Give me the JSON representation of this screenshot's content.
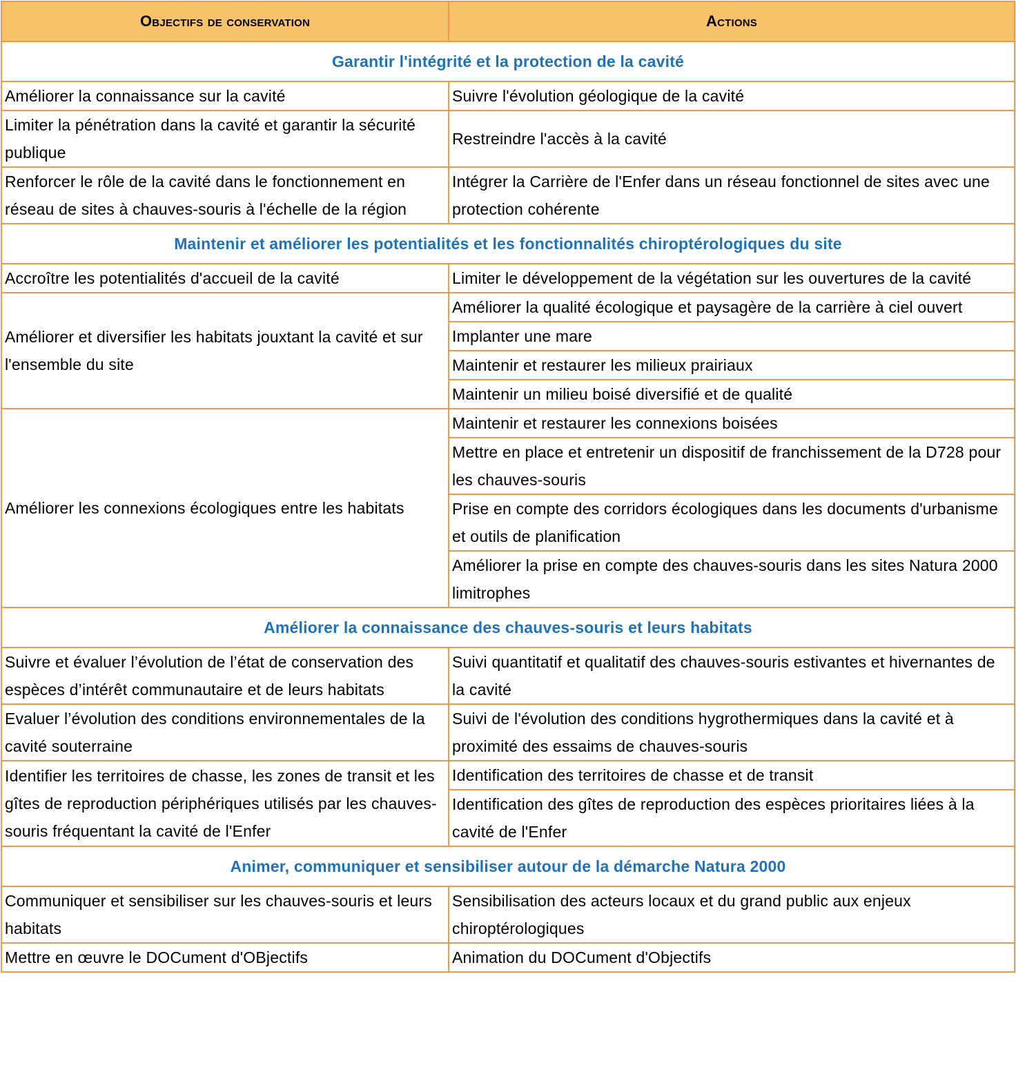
{
  "header": {
    "objectives": "Objectifs de conservation",
    "actions": "Actions"
  },
  "sections": [
    {
      "title": "Garantir l'intégrité et la protection de la cavité",
      "rows": [
        {
          "objective": "Améliorer la connaissance sur la cavité",
          "actions": [
            "Suivre l'évolution géologique de la cavité"
          ]
        },
        {
          "objective": "Limiter la pénétration dans la cavité et garantir la sécurité publique",
          "actions": [
            "Restreindre l'accès à la cavité"
          ]
        },
        {
          "objective": "Renforcer le rôle de la cavité dans le fonctionnement en réseau de sites à chauves-souris à l'échelle de la région",
          "actions": [
            "Intégrer la Carrière de l'Enfer dans un réseau fonctionnel de sites avec une protection cohérente"
          ]
        }
      ]
    },
    {
      "title": "Maintenir et améliorer les potentialités et les fonctionnalités chiroptérologiques du site",
      "rows": [
        {
          "objective": "Accroître les potentialités d'accueil de la cavité",
          "actions": [
            "Limiter le développement de la végétation sur les ouvertures de la cavité"
          ]
        },
        {
          "objective": "Améliorer et diversifier les habitats jouxtant la cavité et sur l'ensemble du site",
          "actions": [
            "Améliorer la qualité écologique et paysagère de la carrière à ciel ouvert",
            "Implanter une mare",
            "Maintenir et restaurer les milieux prairiaux",
            "Maintenir un milieu boisé diversifié et de qualité"
          ]
        },
        {
          "objective": "Améliorer les connexions écologiques entre les habitats",
          "actions": [
            "Maintenir et restaurer les connexions boisées",
            "Mettre en place et entretenir un dispositif de franchissement de la D728 pour les chauves-souris",
            "Prise en compte des corridors écologiques dans les documents d'urbanisme et outils de planification",
            "Améliorer la prise en compte des chauves-souris dans les sites Natura 2000 limitrophes"
          ]
        }
      ]
    },
    {
      "title": "Améliorer la connaissance des chauves-souris et leurs habitats",
      "rows": [
        {
          "objective": "Suivre et évaluer l’évolution de l’état de conservation des espèces d’intérêt communautaire et de leurs habitats",
          "actions": [
            "Suivi quantitatif et qualitatif des chauves-souris estivantes et hivernantes de la cavité"
          ]
        },
        {
          "objective": "Evaluer l’évolution des conditions environnementales de la cavité souterraine",
          "actions": [
            "Suivi de l'évolution des conditions hygrothermiques dans la cavité et à proximité des essaims de chauves-souris"
          ]
        },
        {
          "objective": "Identifier les territoires de chasse, les zones de transit et les gîtes de reproduction périphériques utilisés par les chauves-souris fréquentant la cavité de l'Enfer",
          "actions": [
            "Identification des territoires de chasse et de transit",
            "Identification des gîtes de reproduction des espèces prioritaires liées à la cavité de l'Enfer"
          ]
        }
      ]
    },
    {
      "title": "Animer, communiquer et sensibiliser autour de la démarche Natura 2000",
      "rows": [
        {
          "objective": "Communiquer et sensibiliser sur les chauves-souris et leurs habitats",
          "actions": [
            "Sensibilisation des acteurs locaux et du grand public aux enjeux chiroptérologiques"
          ]
        },
        {
          "objective": "Mettre en œuvre le DOCument d'OBjectifs",
          "actions": [
            "Animation du DOCument d'Objectifs"
          ]
        }
      ]
    }
  ],
  "colors": {
    "border": "#f79646",
    "header_bg": "#f7c36a",
    "section_title": "#1f72b8"
  }
}
